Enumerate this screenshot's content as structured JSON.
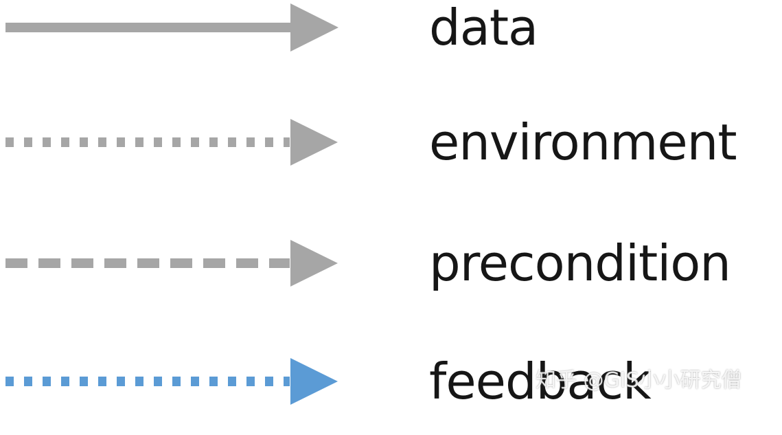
{
  "legend": {
    "items": [
      {
        "label": "data",
        "line_style": "solid",
        "color": "#a6a6a6"
      },
      {
        "label": "environment",
        "line_style": "dotted",
        "color": "#a6a6a6"
      },
      {
        "label": "precondition",
        "line_style": "dashed",
        "color": "#a6a6a6"
      },
      {
        "label": "feedback",
        "line_style": "dotted",
        "color": "#5b9bd5"
      }
    ]
  },
  "watermark": {
    "text": "知乎 @GIS小小研究僧"
  }
}
